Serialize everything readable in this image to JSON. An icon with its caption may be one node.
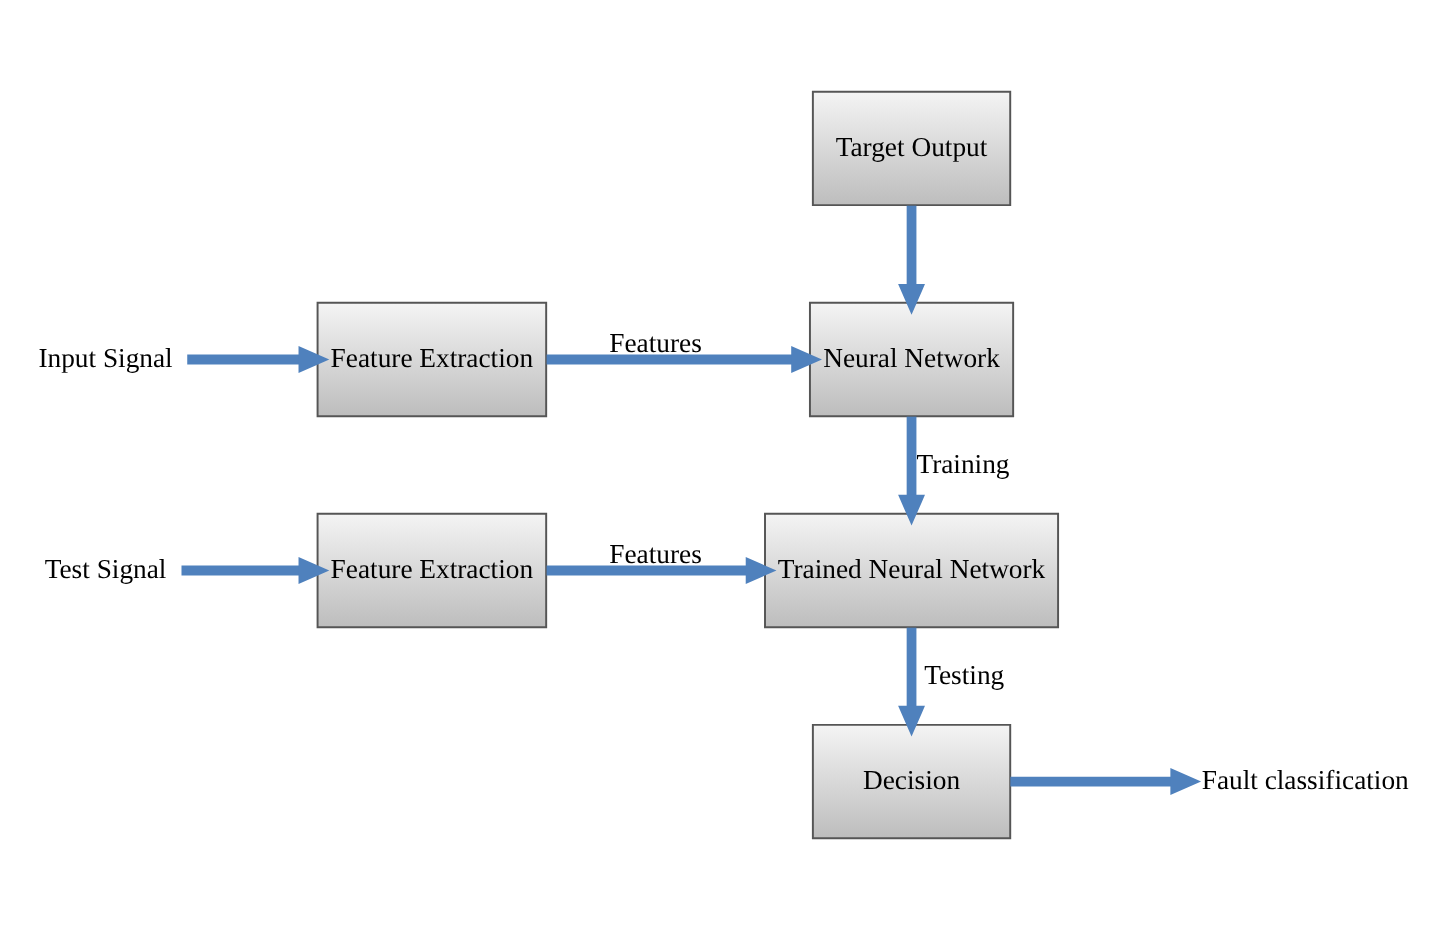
{
  "diagram": {
    "nodes": [
      {
        "text": [
          "Target Output"
        ]
      },
      {
        "text": [
          "Input Signal"
        ]
      },
      {
        "text": [
          "Feature Extraction"
        ]
      },
      {
        "text": [
          "Neural Network"
        ]
      },
      {
        "text": [
          "Test Signal"
        ]
      },
      {
        "text": [
          "Feature Extraction"
        ]
      },
      {
        "text": [
          "Trained Neural Network"
        ]
      },
      {
        "text": [
          "Decision"
        ]
      },
      {
        "text": [
          "Fault classification"
        ]
      }
    ],
    "edges": [
      {
        "from": 0,
        "to": 3,
        "arrow": "to"
      },
      {
        "from": 1,
        "to": 2,
        "arrow": "to"
      },
      {
        "from": 2,
        "to": 3,
        "arrow": "to",
        "label": "Features"
      },
      {
        "from": 3,
        "to": 6,
        "arrow": "to",
        "label": "Training"
      },
      {
        "from": 4,
        "to": 5,
        "arrow": "to"
      },
      {
        "from": 5,
        "to": 6,
        "arrow": "to",
        "label": "Features"
      },
      {
        "from": 6,
        "to": 7,
        "arrow": "to",
        "label": "Testing"
      },
      {
        "from": 7,
        "to": 8,
        "arrow": "to"
      }
    ]
  }
}
